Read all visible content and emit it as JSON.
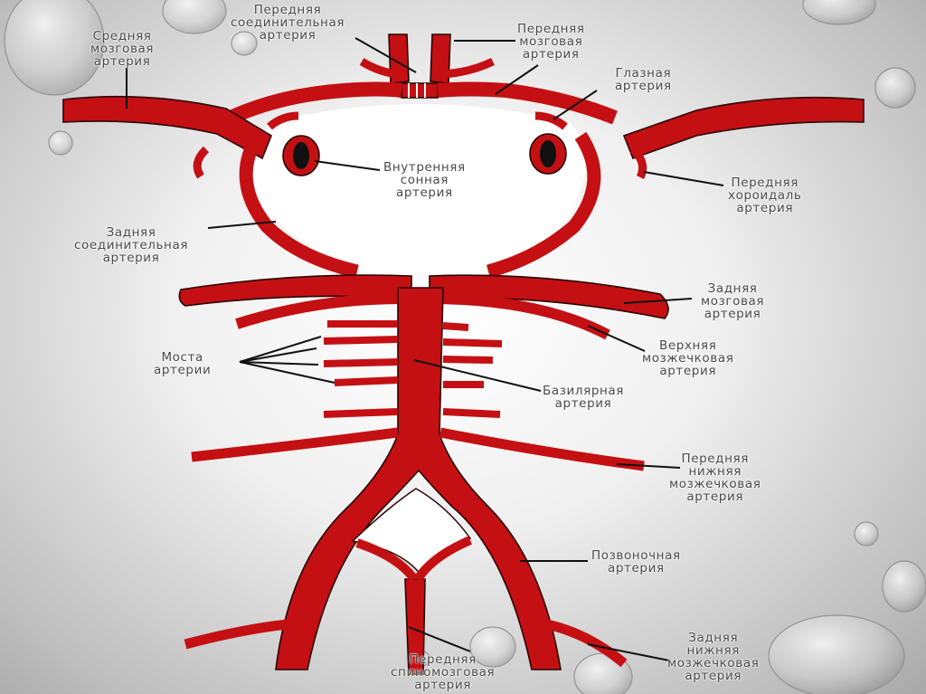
{
  "labels": {
    "anterior_communicating": [
      "Передняя",
      "соединительная",
      "артерия"
    ],
    "anterior_cerebral": [
      "Передняя",
      "мозговая",
      "артерия"
    ],
    "middle_cerebral": [
      "Средняя",
      "мозговая",
      "артерия"
    ],
    "ophthalmic": [
      "Глазная",
      "артерия"
    ],
    "internal_carotid": [
      "Внутренняя",
      "сонная",
      "артерия"
    ],
    "anterior_choroidal": [
      "Передняя",
      "хороидаль",
      "артерия"
    ],
    "posterior_communicating": [
      "Задняя",
      "соединительная",
      "артерия"
    ],
    "posterior_cerebral": [
      "Задняя",
      "мозговая",
      "артерия"
    ],
    "pontine": [
      "Моста",
      "артерии"
    ],
    "superior_cerebellar": [
      "Верхняя",
      "мозжечковая",
      "артерия"
    ],
    "basilar": [
      "Базилярная",
      "артерия"
    ],
    "anterior_inferior_cerebellar": [
      "Передняя",
      "нижняя",
      "мозжечковая",
      "артерия"
    ],
    "vertebral": [
      "Позвоночная",
      "артерия"
    ],
    "anterior_spinal": [
      "Передняя",
      "спиномозговая",
      "артерия"
    ],
    "posterior_inferior_cerebellar": [
      "Задняя",
      "нижняя",
      "мозжечковая",
      "артерия"
    ]
  },
  "colors": {
    "artery": "#c41013",
    "outline": "#2a0505",
    "text": "#4a4a4a",
    "background": "#e6e6e6"
  }
}
